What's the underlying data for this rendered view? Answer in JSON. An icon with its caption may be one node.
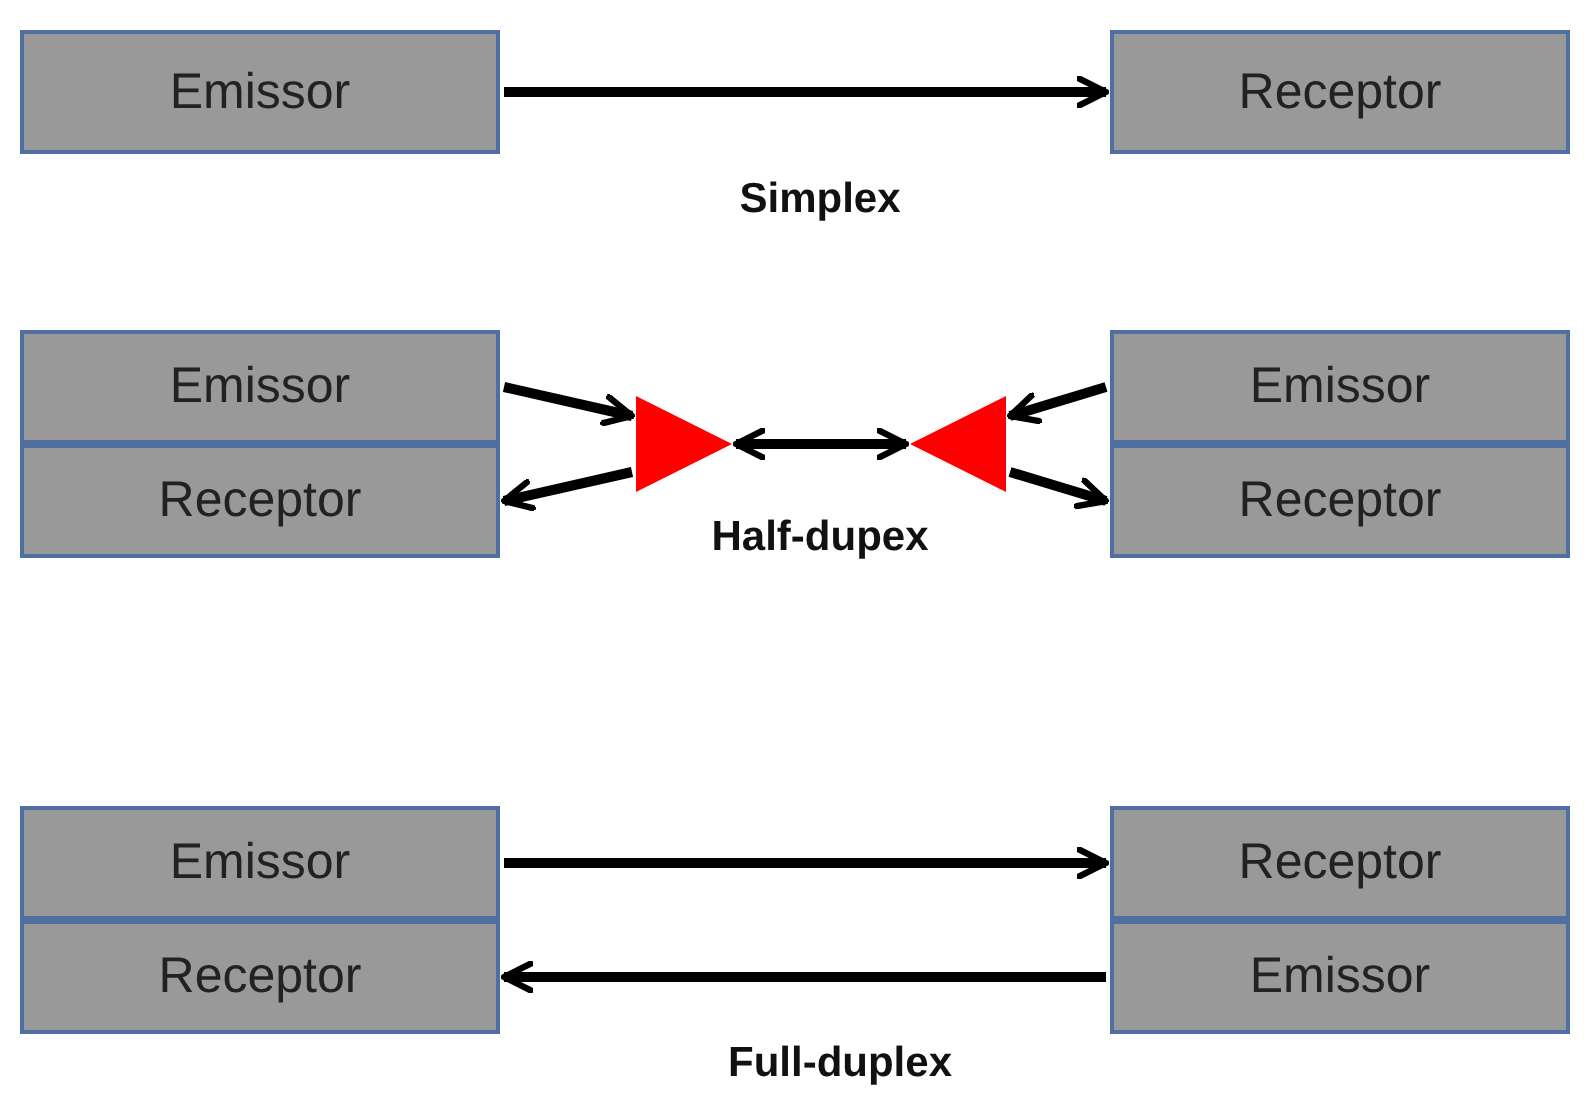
{
  "diagram": {
    "nodes": [
      {
        "text": [
          "Emissor"
        ]
      },
      {
        "text": [
          "Receptor"
        ]
      },
      {
        "text": [
          "Emissor"
        ]
      },
      {
        "text": [
          "Receptor"
        ]
      },
      {
        "text": [],
        "shape": "triangle"
      },
      {
        "text": [],
        "shape": "triangle"
      },
      {
        "text": [
          "Emissor"
        ]
      },
      {
        "text": [
          "Receptor"
        ]
      },
      {
        "text": [
          "Emissor"
        ]
      },
      {
        "text": [
          "Receptor"
        ]
      },
      {
        "text": [
          "Receptor"
        ]
      },
      {
        "text": [
          "Emissor"
        ]
      }
    ],
    "edges": [
      {
        "from": 0,
        "to": 1,
        "arrow": "to"
      },
      {
        "from": 2,
        "to": 4,
        "arrow": "to"
      },
      {
        "from": 4,
        "to": 3,
        "arrow": "to"
      },
      {
        "from": 4,
        "to": 5,
        "arrow": "both"
      },
      {
        "from": 6,
        "to": 5,
        "arrow": "to"
      },
      {
        "from": 5,
        "to": 7,
        "arrow": "to"
      },
      {
        "from": 8,
        "to": 10,
        "arrow": "to"
      },
      {
        "from": 11,
        "to": 9,
        "arrow": "to"
      }
    ],
    "labels": [
      "Simplex",
      "Half-dupex",
      "Full-duplex"
    ]
  }
}
